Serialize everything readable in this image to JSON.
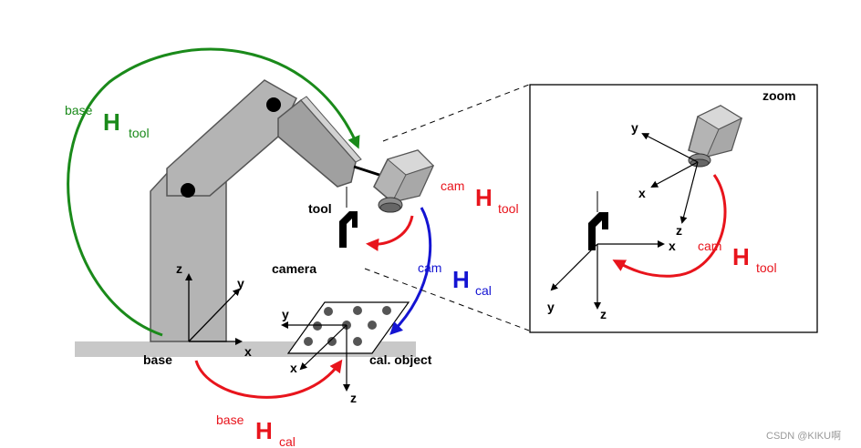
{
  "labels": {
    "base_tool": {
      "sup": "base",
      "H": "H",
      "sub": "tool"
    },
    "cam_tool": {
      "sup": "cam",
      "H": "H",
      "sub": "tool"
    },
    "cam_cal": {
      "sup": "cam",
      "H": "H",
      "sub": "cal"
    },
    "base_cal": {
      "sup": "base",
      "H": "H",
      "sub": "cal"
    },
    "zoom_cam_tool": {
      "sup": "cam",
      "H": "H",
      "sub": "tool"
    },
    "tool": "tool",
    "camera": "camera",
    "base": "base",
    "cal_object": "cal. object",
    "zoom": "zoom",
    "watermark": "CSDN @KIKU啊"
  },
  "axes": {
    "base": {
      "x": "x",
      "y": "y",
      "z": "z"
    },
    "cal": {
      "x": "x",
      "y": "y",
      "z": "z"
    },
    "zoom_cam": {
      "x": "x",
      "y": "y",
      "z": "z"
    },
    "zoom_tool": {
      "x": "x",
      "y": "y",
      "z": "z"
    }
  },
  "colors": {
    "green": "#1a8a1a",
    "red": "#e8141c",
    "blue": "#1414d2",
    "robot_fill": "#b4b4b4",
    "robot_dark": "#8c8c8c",
    "ground": "#c8c8c8"
  }
}
